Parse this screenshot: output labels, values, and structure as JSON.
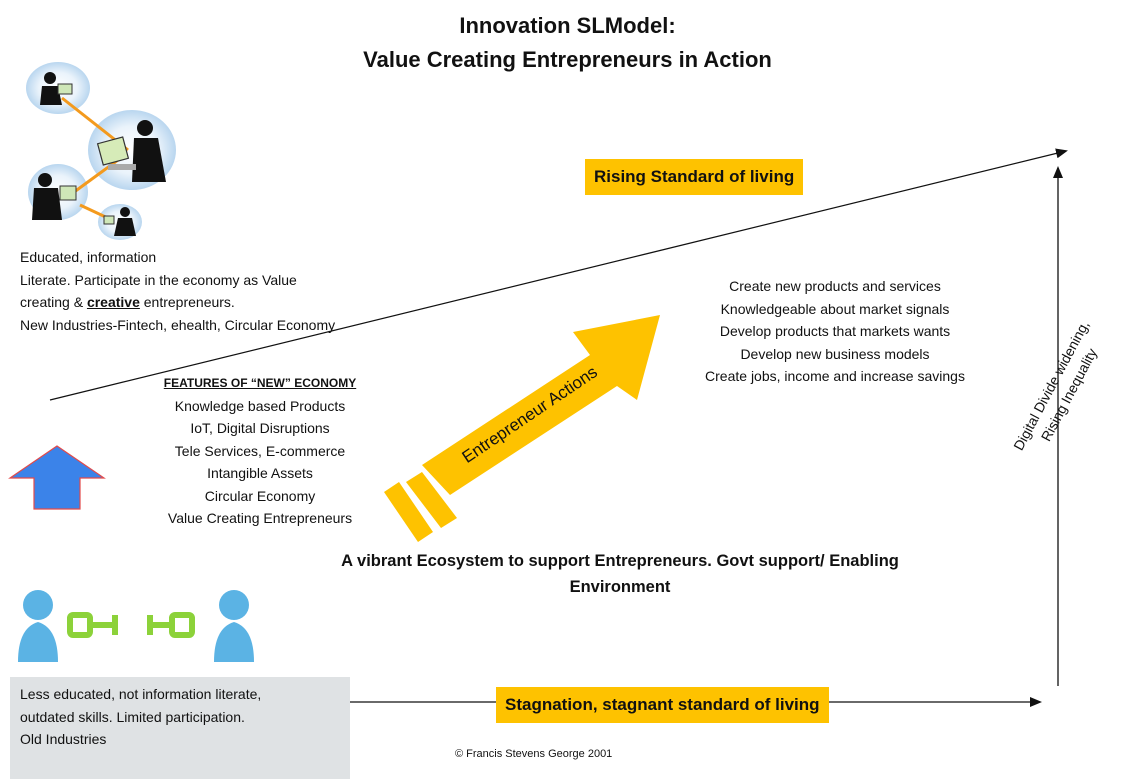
{
  "title": {
    "line1": "Innovation SLModel:",
    "line2": "Value Creating Entrepreneurs in Action"
  },
  "rising_label": "Rising Standard of living",
  "stagnation_label": "Stagnation, stagnant standard of living",
  "educated_text": {
    "line1": "Educated, information",
    "line2": "Literate. Participate in the economy as Value",
    "line3_pre": "creating & ",
    "line3_em": "creative",
    "line3_post": " entrepreneurs.",
    "line4": "New Industries-Fintech, ehealth, Circular Economy"
  },
  "features": {
    "title": "FEATURES OF “NEW” ECONOMY",
    "items": [
      "Knowledge based Products",
      "IoT, Digital Disruptions",
      "Tele Services, E-commerce",
      "Intangible Assets",
      "Circular Economy",
      "Value Creating Entrepreneurs"
    ]
  },
  "entrepreneur_actions": "Entrepreneur Actions",
  "actions": [
    "Create new products and services",
    "Knowledgeable about market signals",
    "Develop products that markets wants",
    "Develop new business models",
    "Create jobs, income and increase savings"
  ],
  "divide_label": {
    "line1": "Digital Divide widening,",
    "line2": "Rising Inequality"
  },
  "ecosystem": {
    "line1": "A vibrant Ecosystem to support Entrepreneurs. Govt support/ Enabling",
    "line2": "Environment"
  },
  "less_educated": {
    "line1": "Less educated, not information literate,",
    "line2": "outdated skills. Limited participation.",
    "line3": "Old Industries"
  },
  "copyright": "© Francis Stevens George 2001",
  "colors": {
    "yellow": "#fec200",
    "blue_arrow": "#3b83e9",
    "blue_arrow_outline": "#e34a4a",
    "person_blue": "#5bb3e4",
    "chain_green": "#8cd23a",
    "grey_box": "#dfe2e4"
  },
  "icons": {
    "top_left": "networked-computer-users-illustration",
    "bottom_left": "people-linked-by-broken-chain-icon"
  }
}
